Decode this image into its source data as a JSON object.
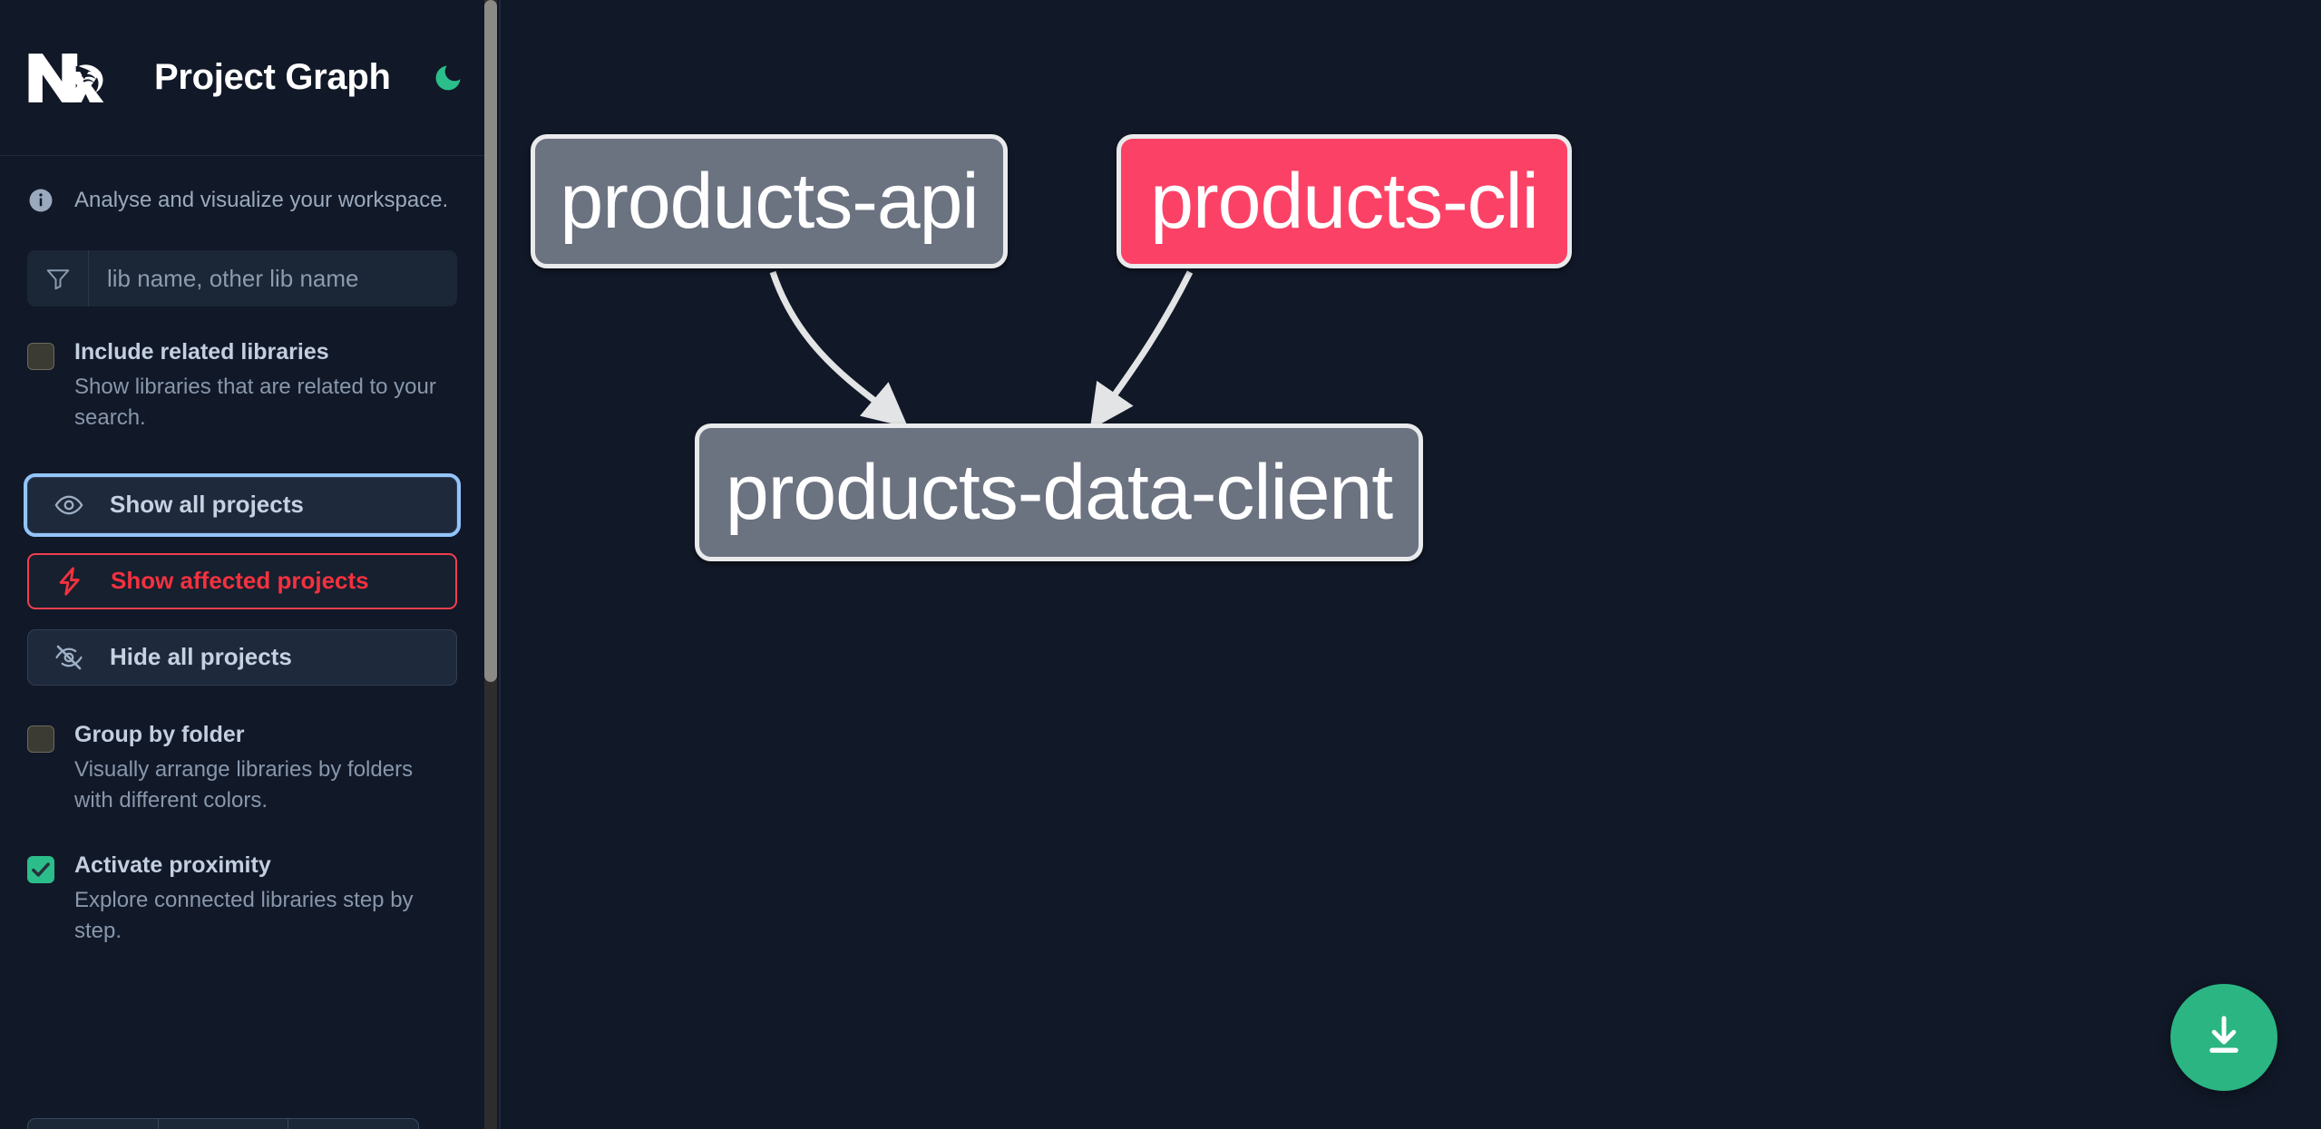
{
  "app": {
    "title": "Project Graph",
    "logo_icon": "nx-logo",
    "theme_toggle_icon": "moon-icon",
    "theme_accent": "#2bbd8a"
  },
  "sidebar": {
    "tagline": {
      "icon": "info-icon",
      "text": "Analyse and visualize your workspace."
    },
    "search": {
      "icon": "filter-funnel-icon",
      "placeholder": "lib name, other lib name",
      "value": ""
    },
    "options": [
      {
        "id": "include-related-libraries",
        "label": "Include related libraries",
        "description": "Show libraries that are related to your search.",
        "checked": false
      },
      {
        "id": "group-by-folder",
        "label": "Group by folder",
        "description": "Visually arrange libraries by folders with different colors.",
        "checked": false
      },
      {
        "id": "activate-proximity",
        "label": "Activate proximity",
        "description": "Explore connected libraries step by step.",
        "checked": true
      }
    ],
    "buttons": [
      {
        "id": "show-all-projects",
        "label": "Show all projects",
        "icon": "eye-icon",
        "style": "focused"
      },
      {
        "id": "show-affected-projects",
        "label": "Show affected projects",
        "icon": "lightning-bolt-icon",
        "style": "danger"
      },
      {
        "id": "hide-all-projects",
        "label": "Hide all projects",
        "icon": "eye-off-icon",
        "style": "default"
      }
    ],
    "scrollbar": {
      "name": "sidebar-scrollbar"
    }
  },
  "graph": {
    "download_button": {
      "icon": "download-icon",
      "color": "#2bb583"
    },
    "nodes": [
      {
        "id": "products-api",
        "label": "products-api",
        "color": "#6b7280",
        "state": "default"
      },
      {
        "id": "products-cli",
        "label": "products-cli",
        "color": "#fb4266",
        "state": "affected"
      },
      {
        "id": "products-data-client",
        "label": "products-data-client",
        "color": "#6b7280",
        "state": "default"
      }
    ],
    "edges": [
      {
        "from": "products-api",
        "to": "products-data-client"
      },
      {
        "from": "products-cli",
        "to": "products-data-client"
      }
    ]
  }
}
